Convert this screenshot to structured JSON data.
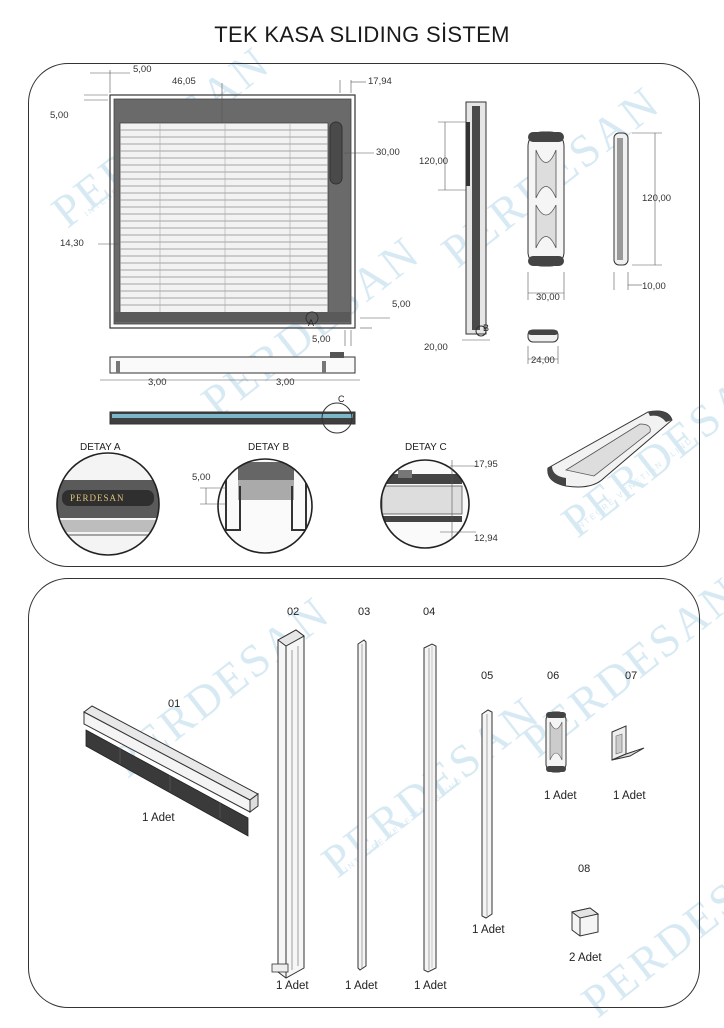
{
  "title": "TEK KASA SLIDING SİSTEM",
  "watermark": {
    "brand": "PERDESAN",
    "tagline": "INTEGRE VENETIAN BLIND"
  },
  "drawing": {
    "dimensions": {
      "top_margin": "5,00",
      "left_margin": "5,00",
      "inner_width": "46,05",
      "frame_depth": "17,94",
      "handle_offset": "30,00",
      "slat_offset": "14,30",
      "bottom_gap": "5,00",
      "bottom_margin": "5,00",
      "side_height": "120,00",
      "side_depth": "20,00",
      "handle_height": "120,00",
      "handle_width": "30,00",
      "handle_depth": "10,00",
      "cap_width": "24,00",
      "rail_left": "3,00",
      "rail_right": "3,00"
    },
    "markers": {
      "a": "A",
      "b": "B",
      "c": "C"
    },
    "details": [
      {
        "label": "DETAY A",
        "logo": "PERDESAN"
      },
      {
        "label": "DETAY B",
        "dim": "5,00"
      },
      {
        "label": "DETAY C",
        "dim_top": "17,95",
        "dim_bottom": "12,94"
      }
    ]
  },
  "parts": [
    {
      "number": "01",
      "qty": "1 Adet"
    },
    {
      "number": "02",
      "qty": "1 Adet"
    },
    {
      "number": "03",
      "qty": "1 Adet"
    },
    {
      "number": "04",
      "qty": "1 Adet"
    },
    {
      "number": "05",
      "qty": "1 Adet"
    },
    {
      "number": "06",
      "qty": "1 Adet"
    },
    {
      "number": "07",
      "qty": "1 Adet"
    },
    {
      "number": "08",
      "qty": "2 Adet"
    }
  ],
  "colors": {
    "frame": "#555555",
    "slat": "#9a9a9a",
    "line": "#333333",
    "watermark": "#d7eaf4"
  }
}
